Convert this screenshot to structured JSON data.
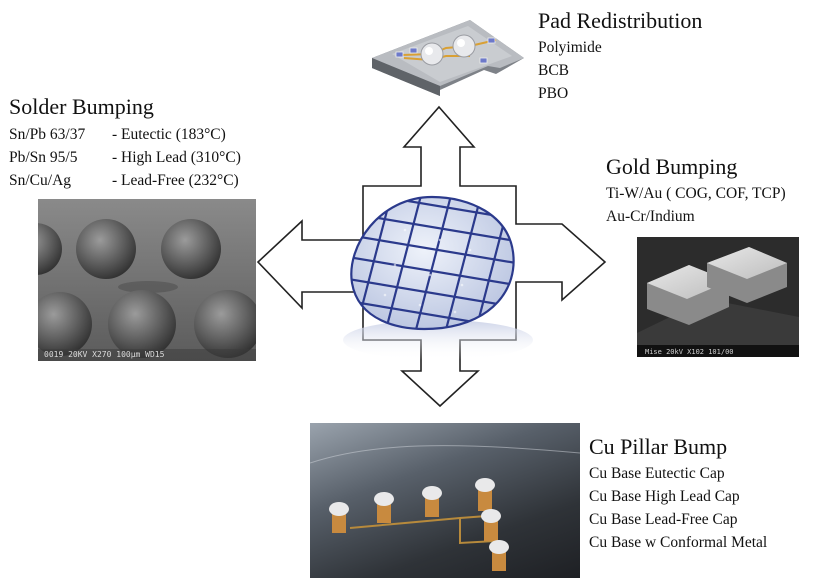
{
  "center": {
    "icon": "wafer-grid-icon"
  },
  "pad_redistribution": {
    "title": "Pad Redistribution",
    "items": [
      "Polyimide",
      "BCB",
      "PBO"
    ]
  },
  "solder_bumping": {
    "title": "Solder Bumping",
    "items": [
      {
        "alloy": "Sn/Pb 63/37",
        "desc": "- Eutectic (183°C)"
      },
      {
        "alloy": "Pb/Sn 95/5",
        "desc": "- High Lead (310°C)"
      },
      {
        "alloy": "Sn/Cu/Ag",
        "desc": "- Lead-Free (232°C)"
      }
    ],
    "photo_caption": "0019    20KV    X270    100μm    WD15"
  },
  "gold_bumping": {
    "title": "Gold Bumping",
    "items": [
      "Ti-W/Au ( COG, COF, TCP)",
      "Au-Cr/Indium"
    ],
    "photo_caption": "Mise 20kV  X102  101/00"
  },
  "cu_pillar": {
    "title": "Cu Pillar Bump",
    "items": [
      "Cu Base Eutectic Cap",
      "Cu Base High Lead Cap",
      "Cu Base Lead-Free Cap",
      "Cu Base w Conformal Metal"
    ]
  },
  "colors": {
    "wafer_line": "#2b3a8c",
    "arrow_outline": "#222222"
  }
}
